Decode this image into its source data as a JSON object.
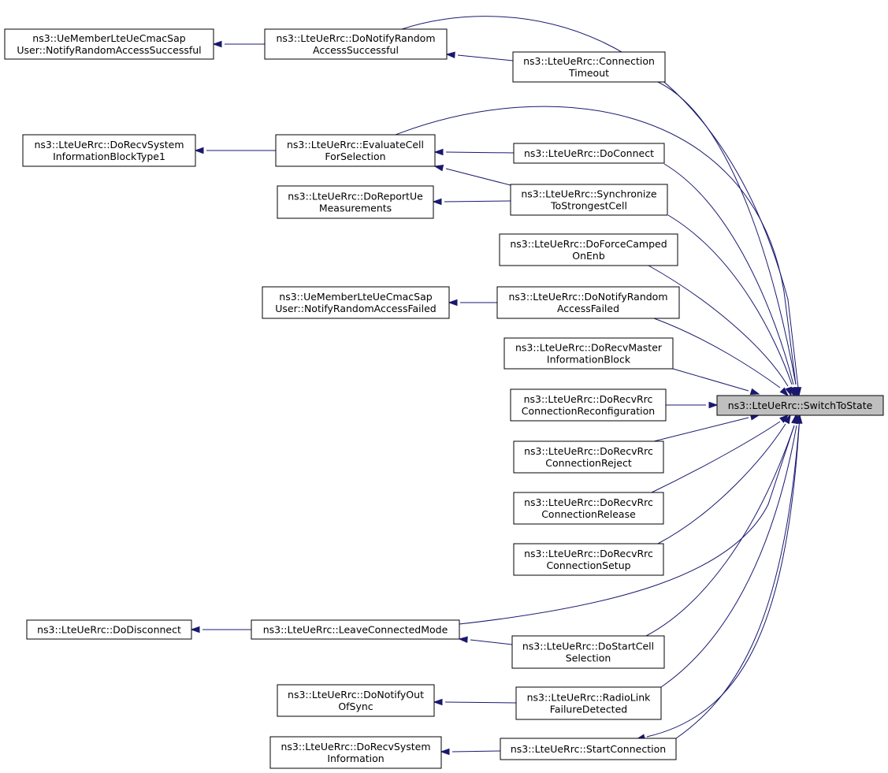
{
  "graph": {
    "root": "ns3::LteUeRrc::SwitchToState",
    "nodes": {
      "switchtostate": [
        "ns3::LteUeRrc::SwitchToState"
      ],
      "donotifyrandomaccesssuccessful": [
        "ns3::LteUeRrc::DoNotifyRandom",
        "AccessSuccessful"
      ],
      "uemember_successful": [
        "ns3::UeMemberLteUeCmacSap",
        "User::NotifyRandomAccessSuccessful"
      ],
      "connectiontimeout": [
        "ns3::LteUeRrc::Connection",
        "Timeout"
      ],
      "evaluatecellforselection": [
        "ns3::LteUeRrc::EvaluateCell",
        "ForSelection"
      ],
      "dorecvsib1": [
        "ns3::LteUeRrc::DoRecvSystem",
        "InformationBlockType1"
      ],
      "doconnect": [
        "ns3::LteUeRrc::DoConnect"
      ],
      "synchronizetostrongestcell": [
        "ns3::LteUeRrc::Synchronize",
        "ToStrongestCell"
      ],
      "doreportuemeasurements": [
        "ns3::LteUeRrc::DoReportUe",
        "Measurements"
      ],
      "doforcecampedonenb": [
        "ns3::LteUeRrc::DoForceCamped",
        "OnEnb"
      ],
      "donotifyrandomaccessfailed": [
        "ns3::LteUeRrc::DoNotifyRandom",
        "AccessFailed"
      ],
      "uemember_failed": [
        "ns3::UeMemberLteUeCmacSap",
        "User::NotifyRandomAccessFailed"
      ],
      "dorecvmib": [
        "ns3::LteUeRrc::DoRecvMaster",
        "InformationBlock"
      ],
      "dorecvrrcreconfig": [
        "ns3::LteUeRrc::DoRecvRrc",
        "ConnectionReconfiguration"
      ],
      "dorecvrrcreject": [
        "ns3::LteUeRrc::DoRecvRrc",
        "ConnectionReject"
      ],
      "dorecvrrcrelease": [
        "ns3::LteUeRrc::DoRecvRrc",
        "ConnectionRelease"
      ],
      "dorecvrrcsetup": [
        "ns3::LteUeRrc::DoRecvRrc",
        "ConnectionSetup"
      ],
      "leaveconnectedmode": [
        "ns3::LteUeRrc::LeaveConnectedMode"
      ],
      "dodisconnect": [
        "ns3::LteUeRrc::DoDisconnect"
      ],
      "dostartcellselection": [
        "ns3::LteUeRrc::DoStartCell",
        "Selection"
      ],
      "radiolinkfailuredetected": [
        "ns3::LteUeRrc::RadioLink",
        "FailureDetected"
      ],
      "donotifyoutofsync": [
        "ns3::LteUeRrc::DoNotifyOut",
        "OfSync"
      ],
      "startconnection": [
        "ns3::LteUeRrc::StartConnection"
      ],
      "dorecvsysteminformation": [
        "ns3::LteUeRrc::DoRecvSystem",
        "Information"
      ]
    },
    "edges": [
      [
        "donotifyrandomaccesssuccessful",
        "uemember_successful"
      ],
      [
        "donotifyrandomaccesssuccessful",
        "switchtostate"
      ],
      [
        "connectiontimeout",
        "donotifyrandomaccesssuccessful"
      ],
      [
        "connectiontimeout",
        "switchtostate"
      ],
      [
        "evaluatecellforselection",
        "dorecvsib1"
      ],
      [
        "evaluatecellforselection",
        "switchtostate"
      ],
      [
        "doconnect",
        "evaluatecellforselection"
      ],
      [
        "doconnect",
        "switchtostate"
      ],
      [
        "synchronizetostrongestcell",
        "evaluatecellforselection"
      ],
      [
        "synchronizetostrongestcell",
        "doreportuemeasurements"
      ],
      [
        "synchronizetostrongestcell",
        "switchtostate"
      ],
      [
        "doforcecampedonenb",
        "switchtostate"
      ],
      [
        "donotifyrandomaccessfailed",
        "uemember_failed"
      ],
      [
        "donotifyrandomaccessfailed",
        "switchtostate"
      ],
      [
        "dorecvmib",
        "switchtostate"
      ],
      [
        "dorecvrrcreconfig",
        "switchtostate"
      ],
      [
        "dorecvrrcreject",
        "switchtostate"
      ],
      [
        "dorecvrrcrelease",
        "switchtostate"
      ],
      [
        "dorecvrrcsetup",
        "switchtostate"
      ],
      [
        "leaveconnectedmode",
        "dodisconnect"
      ],
      [
        "leaveconnectedmode",
        "switchtostate"
      ],
      [
        "dostartcellselection",
        "leaveconnectedmode"
      ],
      [
        "dostartcellselection",
        "switchtostate"
      ],
      [
        "radiolinkfailuredetected",
        "donotifyoutofsync"
      ],
      [
        "radiolinkfailuredetected",
        "switchtostate"
      ],
      [
        "startconnection",
        "dorecvsysteminformation"
      ],
      [
        "startconnection",
        "switchtostate"
      ],
      [
        "switchtostate",
        "startconnection"
      ]
    ]
  },
  "colors": {
    "edge": "#191970",
    "node_border": "#000000",
    "node_fill": "#ffffff",
    "root_fill": "#bfbfbf"
  }
}
